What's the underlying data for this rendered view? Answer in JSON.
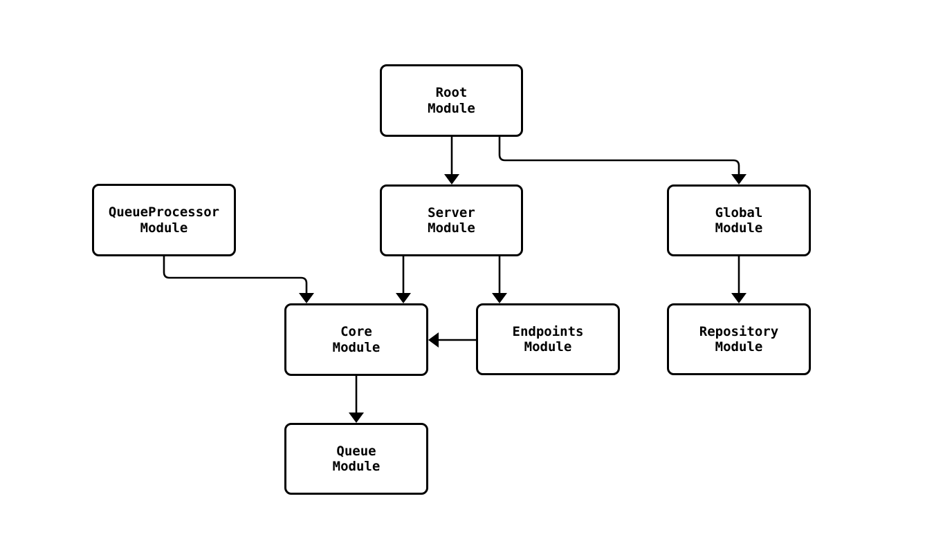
{
  "diagram": {
    "type": "flowchart",
    "direction": "top-down",
    "nodes": [
      {
        "id": "root",
        "label": "Root\nModule"
      },
      {
        "id": "queueprocessor",
        "label": "QueueProcessor\nModule"
      },
      {
        "id": "server",
        "label": "Server\nModule"
      },
      {
        "id": "global",
        "label": "Global\nModule"
      },
      {
        "id": "core",
        "label": "Core\nModule"
      },
      {
        "id": "endpoints",
        "label": "Endpoints\nModule"
      },
      {
        "id": "repository",
        "label": "Repository\nModule"
      },
      {
        "id": "queue",
        "label": "Queue\nModule"
      }
    ],
    "edges": [
      {
        "from": "root",
        "to": "server"
      },
      {
        "from": "root",
        "to": "global"
      },
      {
        "from": "queueprocessor",
        "to": "core"
      },
      {
        "from": "server",
        "to": "core"
      },
      {
        "from": "server",
        "to": "endpoints"
      },
      {
        "from": "endpoints",
        "to": "core"
      },
      {
        "from": "core",
        "to": "queue"
      },
      {
        "from": "global",
        "to": "repository"
      }
    ],
    "colors": {
      "background": "#ffffff",
      "node_fill": "#ffffff",
      "node_border": "#000000",
      "edge": "#000000",
      "text": "#000000"
    }
  }
}
